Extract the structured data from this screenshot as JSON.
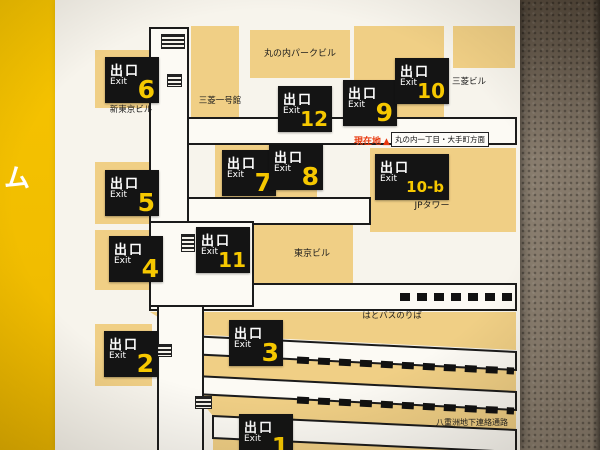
{
  "side_strip": {
    "partial_text": "ム"
  },
  "map": {
    "exits": [
      {
        "jp": "出口",
        "en": "Exit",
        "num": "6"
      },
      {
        "jp": "出口",
        "en": "Exit",
        "num": "12"
      },
      {
        "jp": "出口",
        "en": "Exit",
        "num": "9"
      },
      {
        "jp": "出口",
        "en": "Exit",
        "num": "10"
      },
      {
        "jp": "出口",
        "en": "Exit",
        "num": "5"
      },
      {
        "jp": "出口",
        "en": "Exit",
        "num": "7"
      },
      {
        "jp": "出口",
        "en": "Exit",
        "num": "8"
      },
      {
        "jp": "出口",
        "en": "Exit",
        "num": "10-b"
      },
      {
        "jp": "出口",
        "en": "Exit",
        "num": "11"
      },
      {
        "jp": "出口",
        "en": "Exit",
        "num": "4"
      },
      {
        "jp": "出口",
        "en": "Exit",
        "num": "3"
      },
      {
        "jp": "出口",
        "en": "Exit",
        "num": "2"
      },
      {
        "jp": "出口",
        "en": "Exit",
        "num": "1"
      }
    ],
    "labels": {
      "marunouchi_park_bldg": "丸の内パークビル",
      "mitsubishi_bldg": "三菱ビル",
      "shin_tokyo_bldg": "新東京ビル",
      "mitsubishi_ichigokan": "三菱一号館",
      "jp_tower": "JPタワー",
      "tokyo_bldg": "東京ビル",
      "hato_bus_stop": "はとバスのりば",
      "direction_sign": "丸の内一丁目・大手町方面",
      "yaesu_passage": "八重洲地下連絡通路",
      "current_location": "現在地",
      "current_location_marker": "▲"
    },
    "colors": {
      "exit_number_yellow": "#f6c800",
      "building_tan": "#f0cf85",
      "current_location_red": "#e8380d",
      "strip_yellow": "#f4c100"
    }
  }
}
